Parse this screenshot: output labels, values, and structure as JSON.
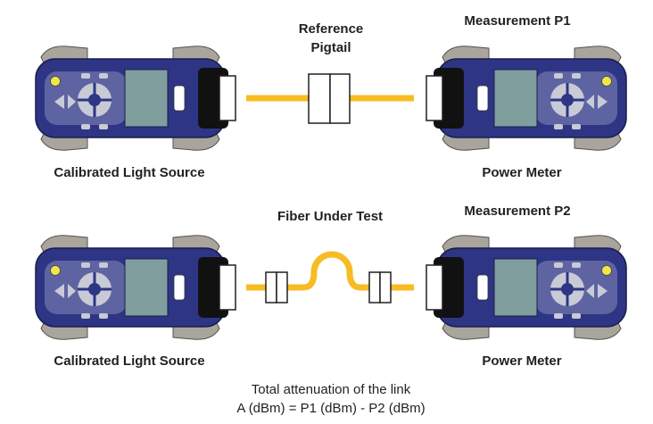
{
  "labels": {
    "reference_pigtail_line1": "Reference",
    "reference_pigtail_line2": "Pigtail",
    "measurement_p1": "Measurement P1",
    "source_top": "Calibrated Light Source",
    "meter_top": "Power Meter",
    "fiber_under_test": "Fiber Under Test",
    "measurement_p2": "Measurement P2",
    "source_bottom": "Calibrated Light Source",
    "meter_bottom": "Power Meter",
    "formula_line1": "Total attenuation of the link",
    "formula_line2": "A (dBm) = P1 (dBm) - P2 (dBm)"
  },
  "colors": {
    "device_body": "#2e3585",
    "device_bumper": "#a9a59d",
    "device_panel": "#b8bcd6",
    "screen": "#7f9e9d",
    "fiber": "#f7bc23",
    "connector_outline": "#231f20",
    "led": "#f0e64a"
  }
}
